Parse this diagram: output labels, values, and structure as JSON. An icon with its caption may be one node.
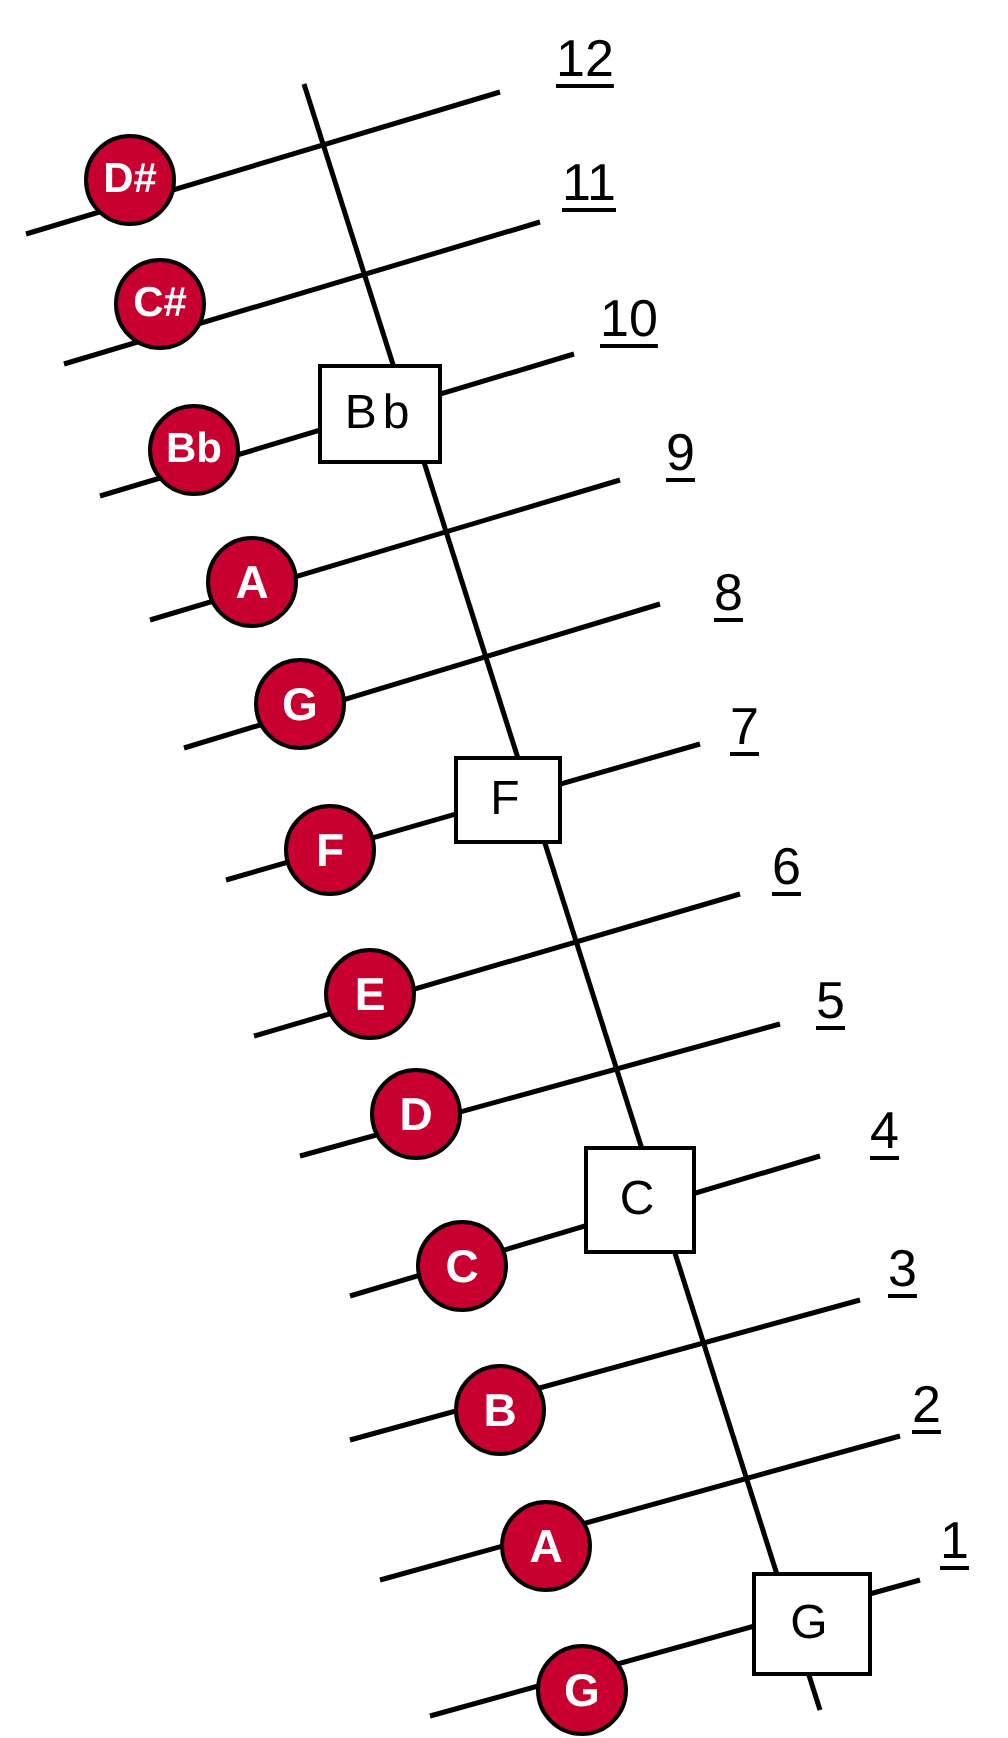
{
  "diagram": {
    "nodes": [
      {
        "text": [
          "D#"
        ]
      },
      {
        "text": [
          "C#"
        ]
      },
      {
        "text": [
          "Bb"
        ]
      },
      {
        "text": [
          "Bb"
        ]
      },
      {
        "text": [
          "A"
        ]
      },
      {
        "text": [
          "G"
        ]
      },
      {
        "text": [
          "F"
        ]
      },
      {
        "text": [
          "F"
        ]
      },
      {
        "text": [
          "E"
        ]
      },
      {
        "text": [
          "D"
        ]
      },
      {
        "text": [
          "C"
        ]
      },
      {
        "text": [
          "C"
        ]
      },
      {
        "text": [
          "B"
        ]
      },
      {
        "text": [
          "A"
        ]
      },
      {
        "text": [
          "G"
        ]
      },
      {
        "text": [
          "G"
        ]
      }
    ],
    "labels": [
      "12",
      "11",
      "10",
      "9",
      "8",
      "7",
      "6",
      "5",
      "4",
      "3",
      "2",
      "1"
    ]
  }
}
